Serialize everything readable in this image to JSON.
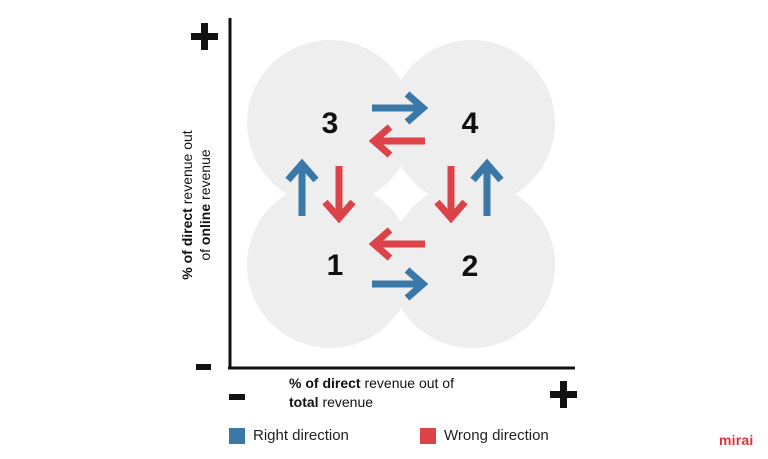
{
  "quadrants": [
    "1",
    "2",
    "3",
    "4"
  ],
  "axes": {
    "y_label_bold_1": "% of direct",
    "y_label_rest_1": " revenue out",
    "y_label_pre_2": "of ",
    "y_label_bold_2": "online",
    "y_label_rest_2": " revenue",
    "x_label_bold_1": "% of direct",
    "x_label_rest_1": " revenue out of",
    "x_label_bold_2": "total",
    "x_label_rest_2": " revenue",
    "plus_symbol": "+",
    "minus_symbol": "-"
  },
  "legend": {
    "right": {
      "label": "Right direction",
      "color": "#3a78a8"
    },
    "wrong": {
      "label": "Wrong direction",
      "color": "#dc4349"
    }
  },
  "brand": "mirai",
  "colors": {
    "circle": "#eeeeee",
    "axis": "#111111"
  }
}
